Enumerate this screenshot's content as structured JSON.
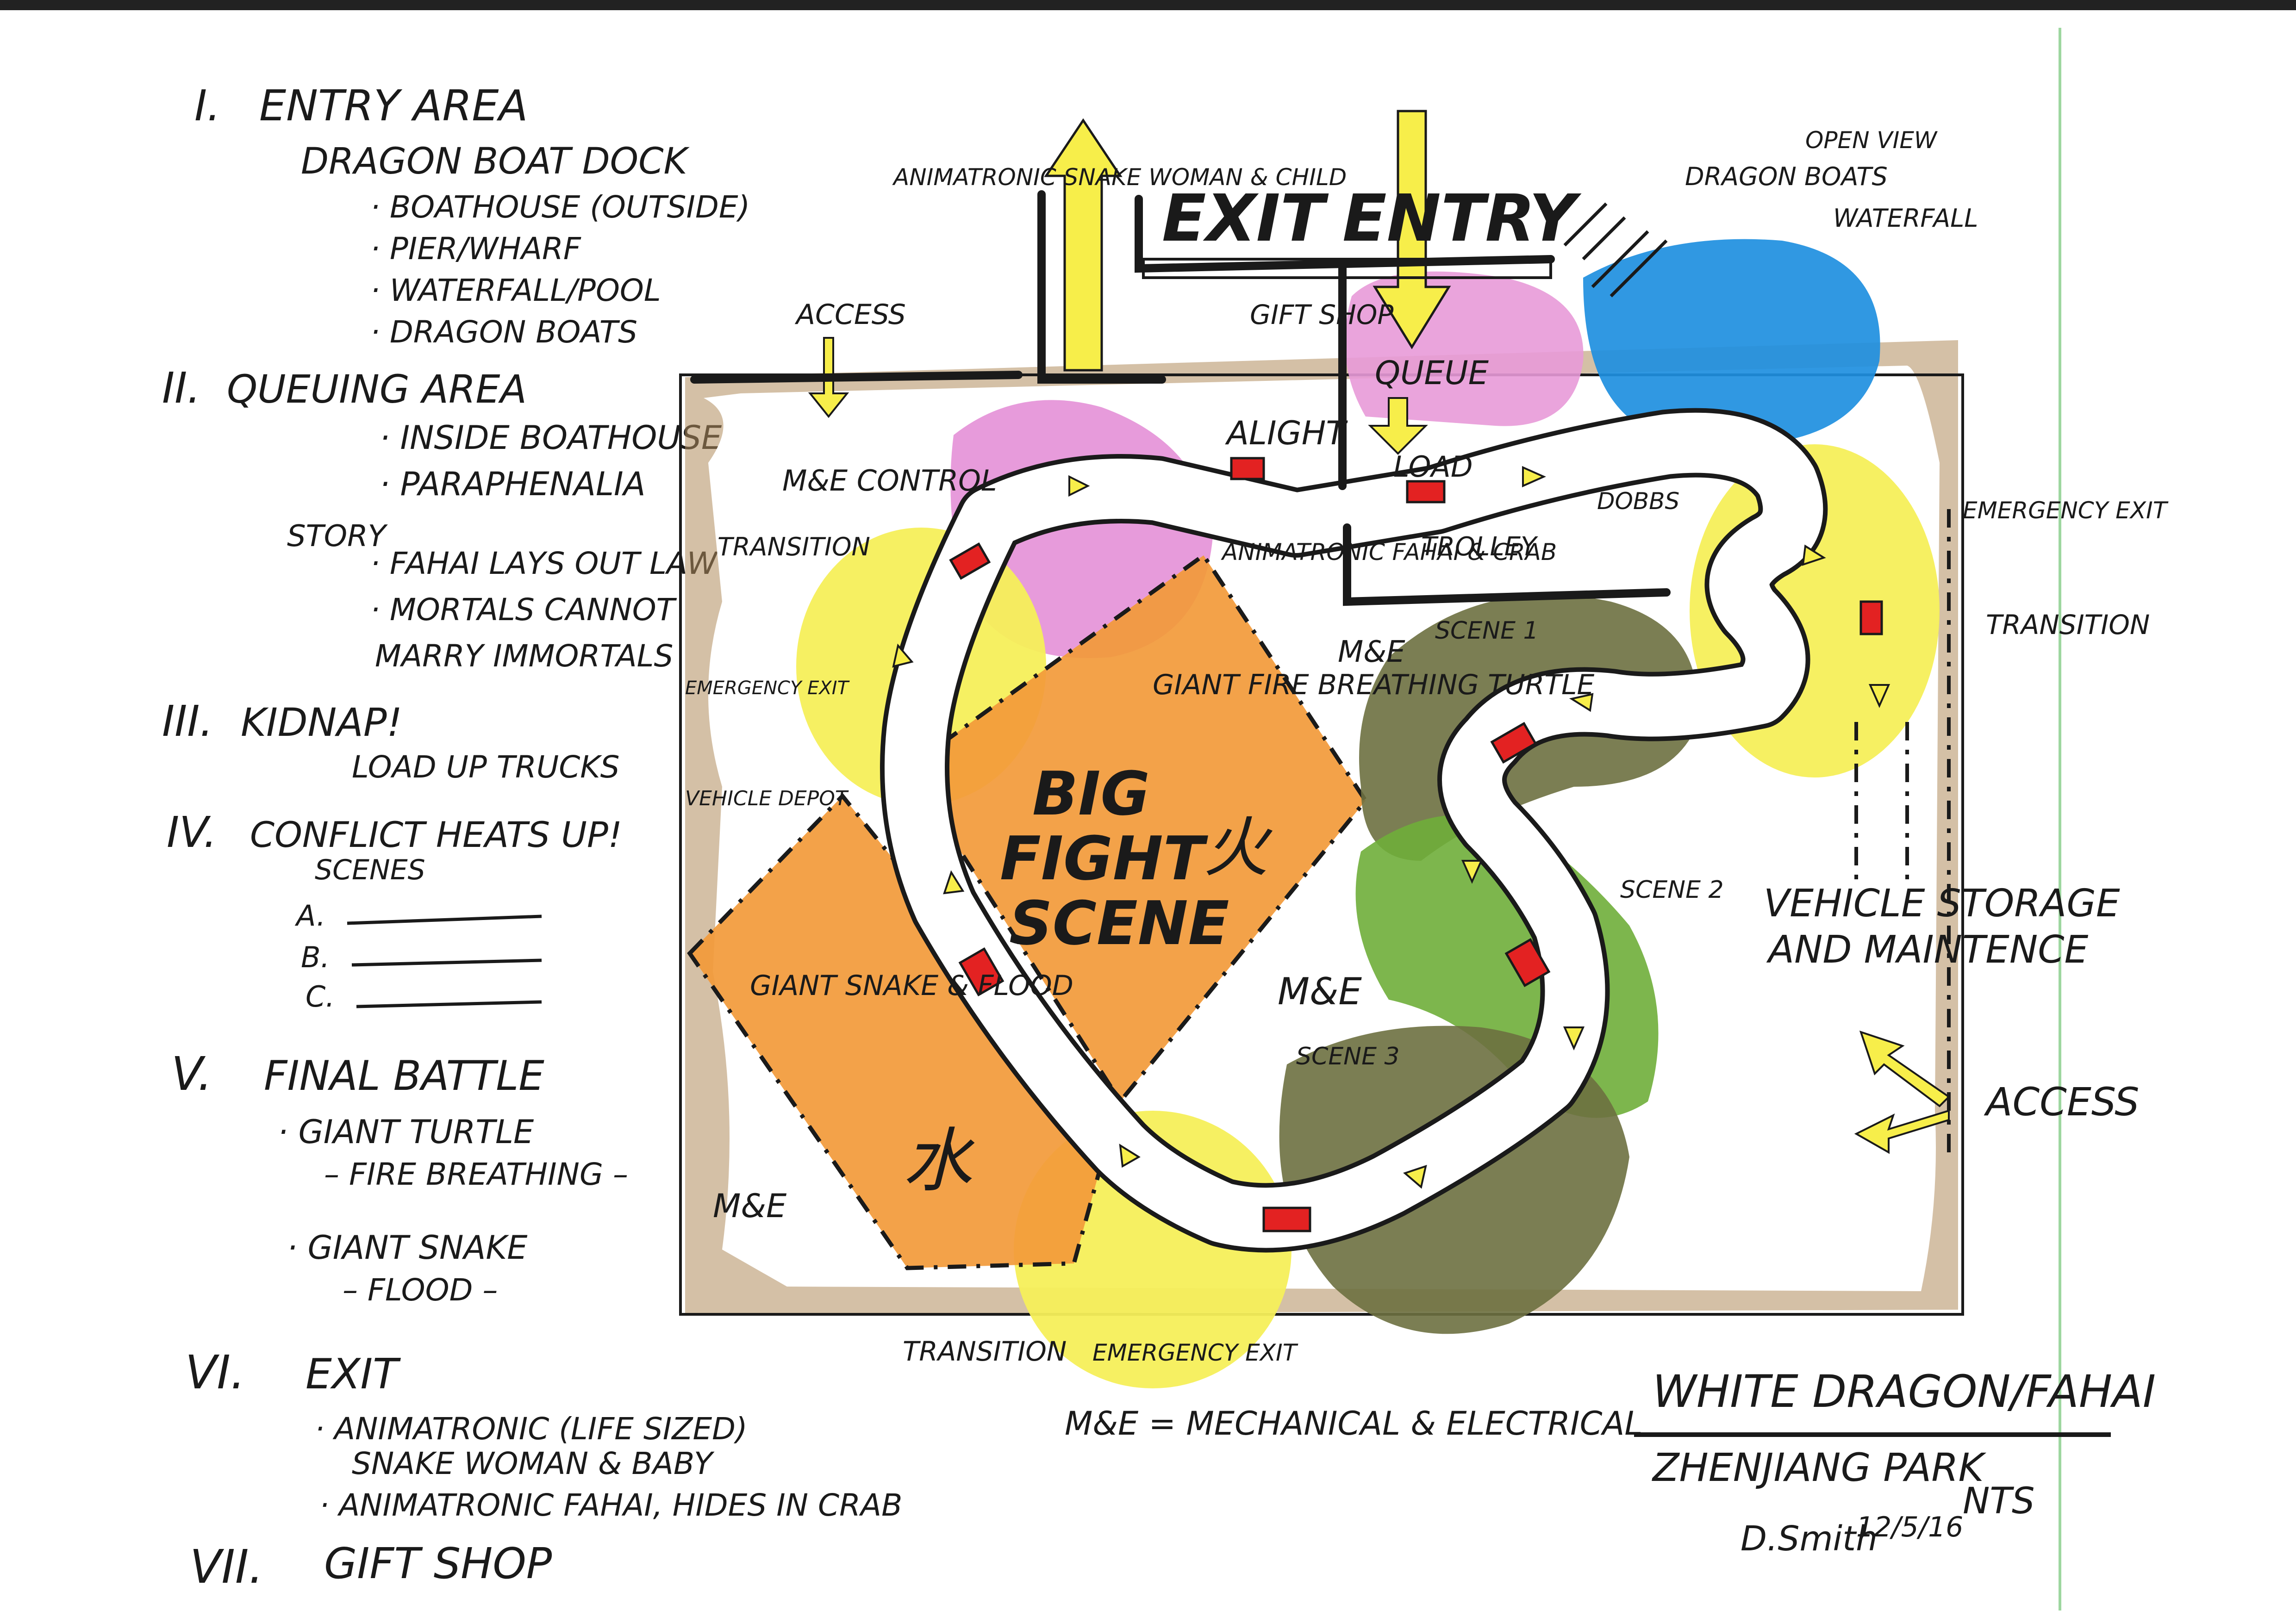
{
  "legend": {
    "sections": [
      {
        "numeral": "I.",
        "title": "ENTRY AREA",
        "subtitle": "DRAGON BOAT DOCK",
        "items": [
          "· BOATHOUSE (OUTSIDE)",
          "· PIER/WHARF",
          "· WATERFALL/POOL",
          "· DRAGON BOATS"
        ]
      },
      {
        "numeral": "II.",
        "title": "QUEUING AREA",
        "items": [
          "· INSIDE BOATHOUSE",
          "· PARAPHENALIA"
        ],
        "story_label": "STORY",
        "story_items": [
          "· FAHAI LAYS OUT LAW",
          "· MORTALS CANNOT",
          "MARRY IMMORTALS"
        ]
      },
      {
        "numeral": "III.",
        "title": "KIDNAP!",
        "items": [
          "LOAD UP TRUCKS"
        ]
      },
      {
        "numeral": "IV.",
        "title": "CONFLICT HEATS UP!",
        "subtitle": "SCENES",
        "blanks": [
          "A.",
          "B.",
          "C."
        ]
      },
      {
        "numeral": "V.",
        "title": "FINAL BATTLE",
        "items": [
          "· GIANT TURTLE",
          "– FIRE BREATHING –",
          "· GIANT SNAKE",
          "– FLOOD –"
        ]
      },
      {
        "numeral": "VI.",
        "title": "EXIT",
        "items": [
          "· ANIMATRONIC (LIFE SIZED)",
          "SNAKE WOMAN & BABY",
          "· ANIMATRONIC FAHAI, HIDES IN CRAB"
        ]
      },
      {
        "numeral": "VII.",
        "title": "GIFT SHOP"
      }
    ]
  },
  "plan": {
    "exit_label": "EXIT",
    "entry_label": "ENTRY",
    "gift_shop": "GIFT SHOP",
    "queue": "QUEUE",
    "alight": "ALIGHT",
    "load": "LOAD",
    "dobbs": "DOBBS",
    "trolley": "TROLLEY",
    "access_top": "ACCESS",
    "me_control": "M&E CONTROL",
    "transition_left": "TRANSITION",
    "emergency_exit_left": "EMERGENCY EXIT",
    "vehicle_depot": "VEHICLE DEPOT",
    "animatronic_snake": "ANIMATRONIC SNAKE WOMAN & CHILD",
    "animatronic_fahai": "ANIMATRONIC FAHAI & CRAB",
    "big_fight": [
      "BIG",
      "FIGHT",
      "SCENE"
    ],
    "fire_glyph": "火",
    "water_glyph": "水",
    "giant_turtle": "GIANT FIRE BREATHING TURTLE",
    "giant_snake": "GIANT SNAKE & FLOOD",
    "me_1": "M&E",
    "me_2": "M&E",
    "me_3": "M&E",
    "scene_1": "SCENE 1",
    "scene_2": "SCENE 2",
    "scene_3": "SCENE 3",
    "dragon_boats": "DRAGON BOATS",
    "open_view": "OPEN VIEW",
    "waterfall": "WATERFALL",
    "emergency_exit_right": "EMERGENCY EXIT",
    "transition_right": "TRANSITION",
    "vehicle_storage": [
      "VEHICLE STORAGE",
      "AND MAINTENCE"
    ],
    "access_right": "ACCESS",
    "transition_bottom": "TRANSITION",
    "emergency_exit_bottom": "EMERGENCY EXIT",
    "me_key": "M&E = MECHANICAL & ELECTRICAL"
  },
  "title_block": {
    "title": "WHITE DRAGON/FAHAI",
    "location": "ZHENJIANG PARK",
    "scale": "NTS",
    "signature": "D.Smith",
    "date": "12/5/16"
  },
  "colors": {
    "ink": "#1a1a1a",
    "pink": "#e89ad8",
    "blue": "#1e8fe0",
    "yellow": "#f5ef5a",
    "orange": "#f29a3a",
    "olive": "#6d7040",
    "green": "#6fae3a",
    "brown": "#9c7a4e",
    "red": "#e32222",
    "arrow_fill": "#f7ee4a"
  }
}
